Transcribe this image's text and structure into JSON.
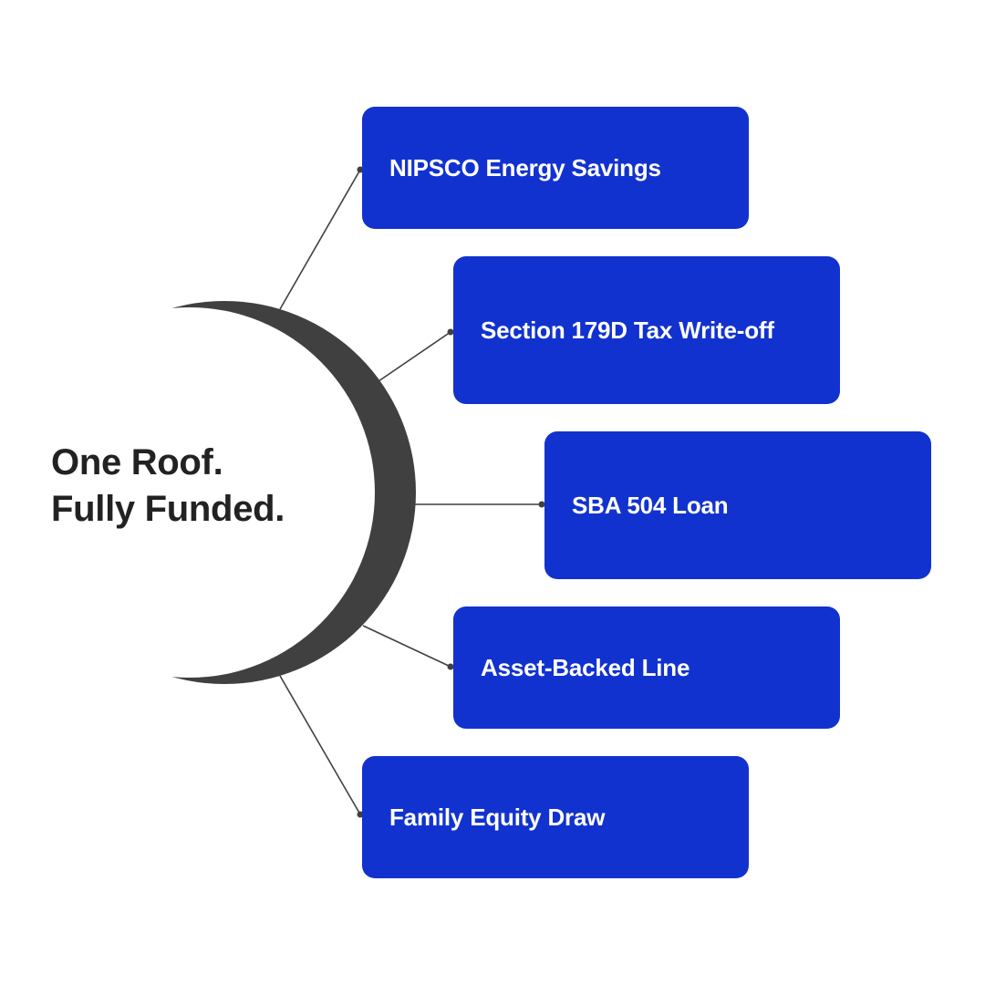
{
  "headline": {
    "line1": "One Roof.",
    "line2": "Fully Funded."
  },
  "branches": [
    {
      "label": "NIPSCO Energy Savings"
    },
    {
      "label": "Section 179D Tax Write-off"
    },
    {
      "label": "SBA 504 Loan"
    },
    {
      "label": "Asset-Backed Line"
    },
    {
      "label": "Family Equity Draw"
    }
  ],
  "colors": {
    "box": "#1232cf",
    "crescent": "#404040",
    "connector": "#404040",
    "headline": "#222222",
    "label": "#ffffff"
  }
}
